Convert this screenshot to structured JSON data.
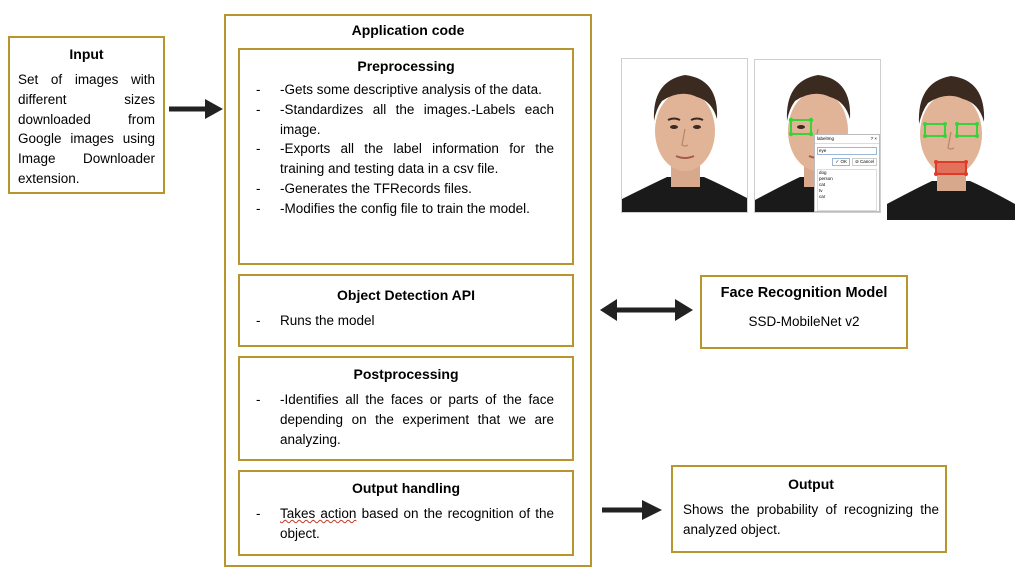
{
  "input": {
    "title": "Input",
    "text": "Set of images with different sizes downloaded from Google images using Image Downloader extension."
  },
  "application_code": {
    "title": "Application code",
    "preprocessing": {
      "title": "Preprocessing",
      "items": [
        "-Gets some descriptive analysis of the data.",
        "-Standardizes all the images.-Labels each image.",
        "-Exports all the label information for the training and testing data in a csv file.",
        "-Generates the TFRecords files.",
        "-Modifies the config file to train the model."
      ]
    },
    "object_detection": {
      "title": "Object Detection API",
      "items": [
        "Runs the model"
      ]
    },
    "postprocessing": {
      "title": "Postprocessing",
      "items": [
        "-Identifies all the faces or parts of the face depending on the experiment that we are analyzing."
      ]
    },
    "output_handling": {
      "title": "Output handling",
      "item_underlined": "Takes action",
      "item_rest": " based on the recognition of the object."
    }
  },
  "face_model": {
    "title": "Face Recognition Model",
    "name": "SSD-MobileNet v2"
  },
  "output": {
    "title": "Output",
    "text": "Shows the probability of recognizing the analyzed object."
  },
  "dialog": {
    "title": "labelImg",
    "input_value": "eye",
    "ok": "OK",
    "cancel": "Cancel",
    "options": [
      "dog",
      "person",
      "cat",
      "tv",
      "car"
    ]
  },
  "colors": {
    "box_border": "#b8962e",
    "arrow": "#222222",
    "landmark": "#3ad23a",
    "mouth_box": "#e03a2a"
  }
}
